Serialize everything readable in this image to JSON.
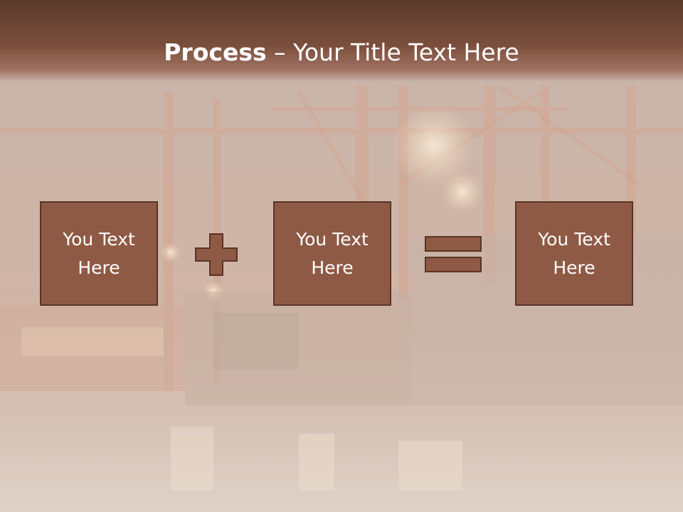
{
  "slide": {
    "title_bold": "Process",
    "title_rest": " – Your Title Text Here",
    "boxes": [
      {
        "label": "You Text Here"
      },
      {
        "label": "You Text Here"
      },
      {
        "label": "You Text Here"
      }
    ],
    "operators": [
      "plus-icon",
      "equals-icon"
    ],
    "colors": {
      "title_bar": "#6b4333",
      "box_fill": "#8f5a45",
      "box_border": "#5a3426",
      "operator_fill": "#8f5a45"
    }
  }
}
